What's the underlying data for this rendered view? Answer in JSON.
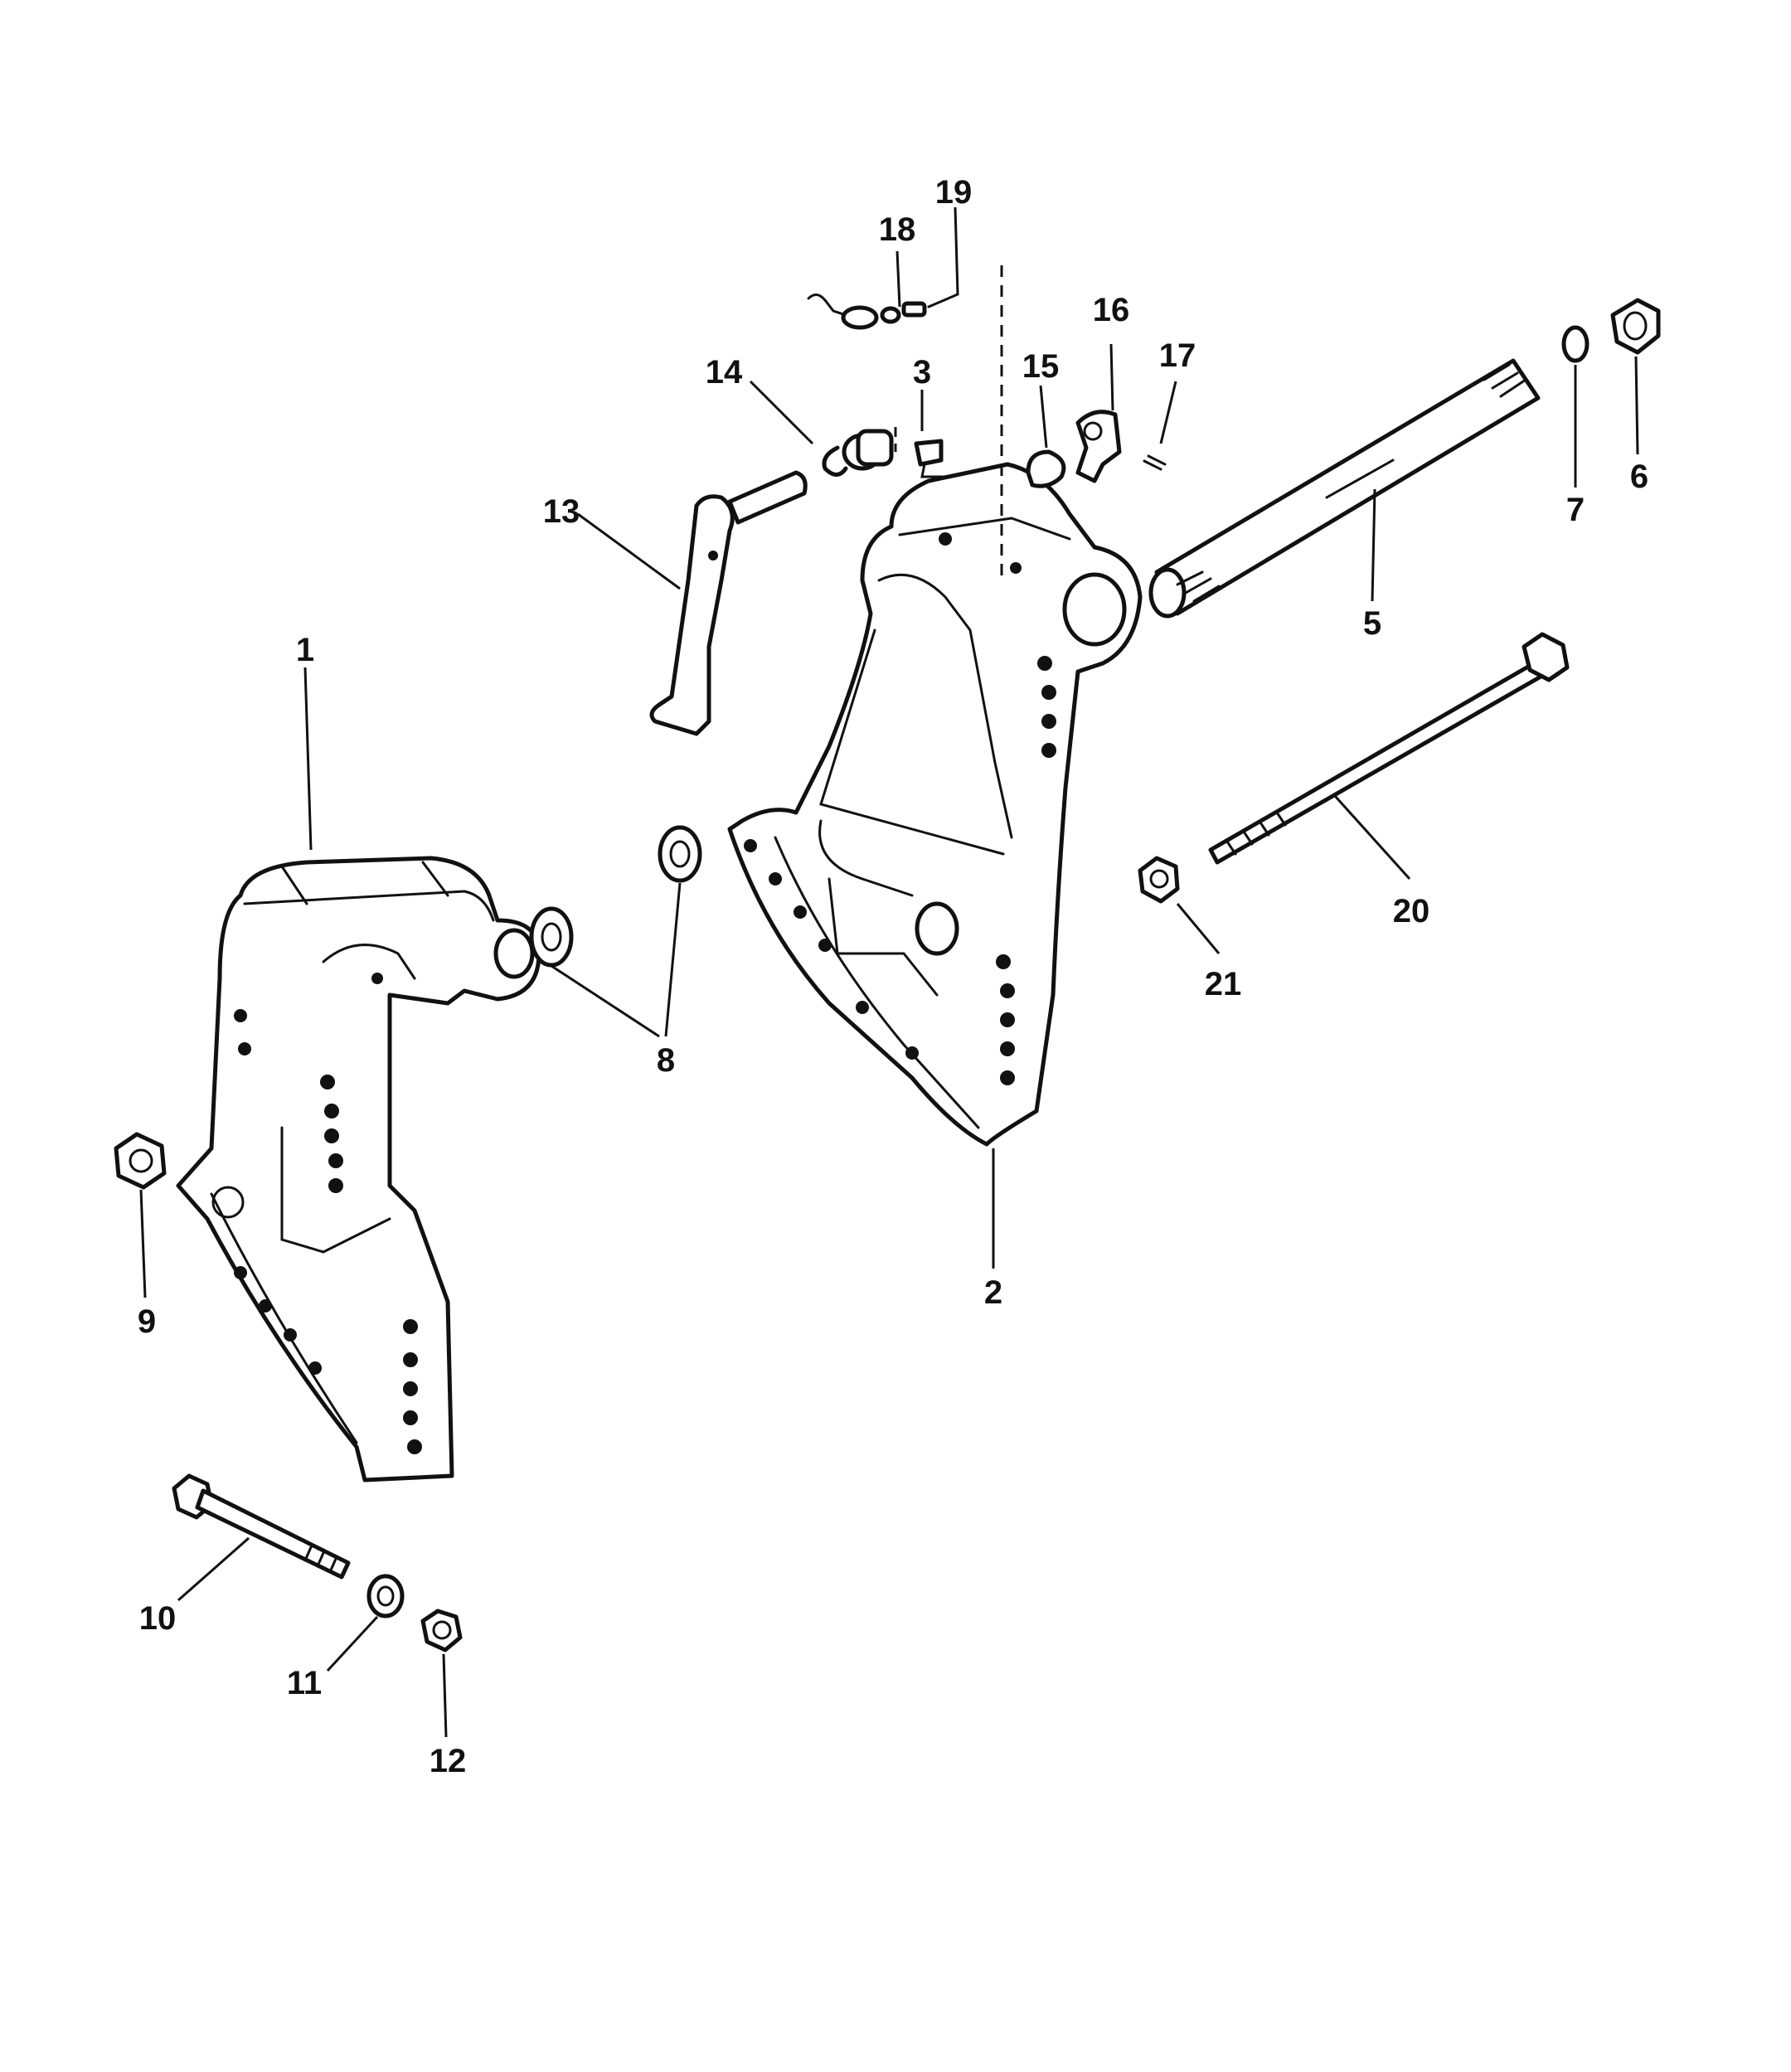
{
  "callouts": {
    "c1": "1",
    "c2": "2",
    "c3": "3",
    "c5": "5",
    "c6": "6",
    "c7": "7",
    "c8": "8",
    "c9": "9",
    "c10": "10",
    "c11": "11",
    "c12": "12",
    "c13": "13",
    "c14": "14",
    "c15": "15",
    "c16": "16",
    "c17": "17",
    "c18": "18",
    "c19": "19",
    "c20": "20",
    "c21": "21"
  }
}
